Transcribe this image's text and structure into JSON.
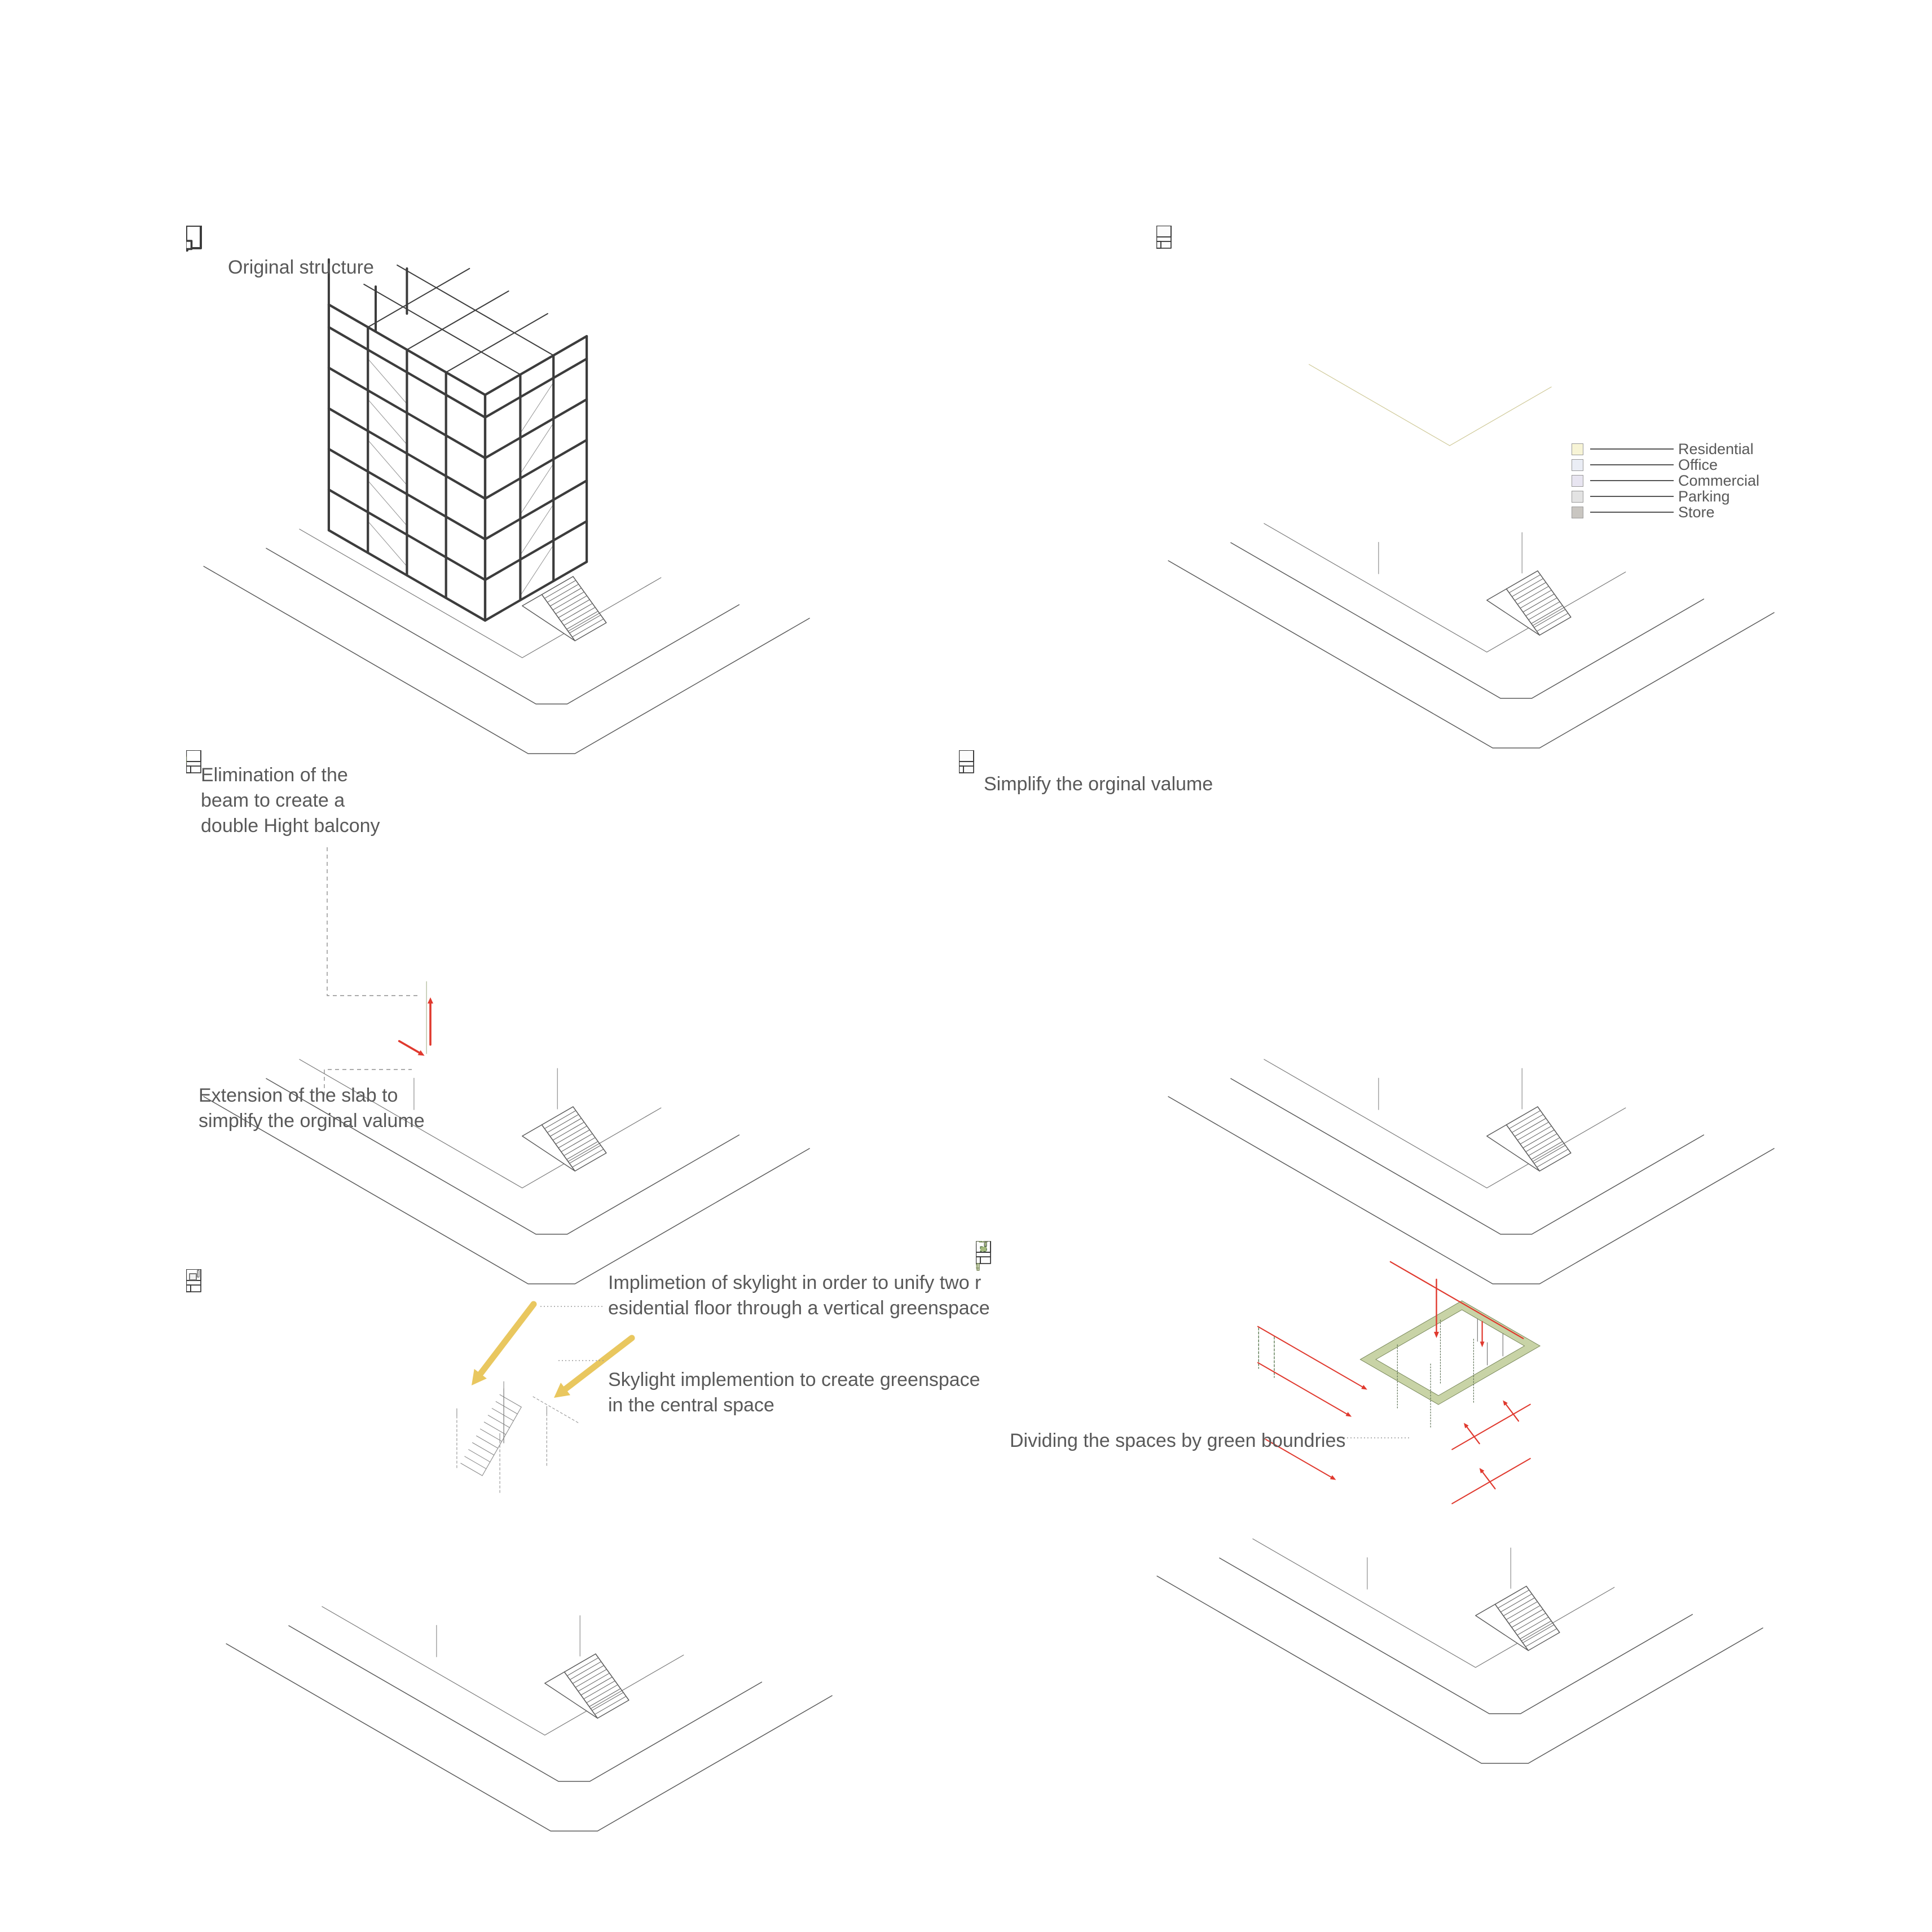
{
  "labels": {
    "original": "Original structure",
    "elimination": "Elimination of the\nbeam to create a\ndouble Hight balcony",
    "extension": "Extension of the slab to\nsimplify the orginal valume",
    "simplify": "Simplify the orginal valume",
    "skylight_unify": "Implimetion of skylight in order to unify two r\nesidential floor through a vertical greenspace",
    "skylight_central": "Skylight implemention to create greenspace\nin the central space",
    "dividing": "Dividing the spaces by green boundries"
  },
  "legend": {
    "items": [
      {
        "label": "Residential",
        "color": "#f7f4d6"
      },
      {
        "label": "Office",
        "color": "#eaedf5"
      },
      {
        "label": "Commercial",
        "color": "#e8e5f1"
      },
      {
        "label": "Parking",
        "color": "#e3e3e3"
      },
      {
        "label": "Store",
        "color": "#c9c6c1"
      }
    ]
  },
  "colors": {
    "line": "#3d3d3d",
    "street": "#5a5a5a",
    "text": "#595959",
    "leader": "#8f8f8f",
    "face_left": "#ededed",
    "face_right": "#e3e3e3",
    "face_top": "#fbfbfb",
    "ground": "#dcdcdc",
    "white": "#ffffff",
    "wire": "#3c3c3c",
    "green_slab": "#ccd6b4",
    "green_slab_dark": "#b9c59c",
    "green_edge": "#72804f",
    "green_patch": "#a4ba7d",
    "green_band": "#c8d3a6",
    "green_band_dark": "#bcc897",
    "green_dashed": "#4d6f44",
    "red": "#e0392e",
    "yellow": "#e9c75f",
    "glass": "#e9e9e9",
    "bands": {
      "residential": "#f7f4d6",
      "residential_d": "#f1edc4",
      "office": "#eaedf5",
      "office_d": "#e3e7f0",
      "commercial": "#e8e5f1",
      "commercial_d": "#dfdcea",
      "parking": "#e6e6e6",
      "parking_d": "#dcdcdc",
      "store": "#d6d4cf",
      "store_d": "#c9c6c1"
    }
  }
}
